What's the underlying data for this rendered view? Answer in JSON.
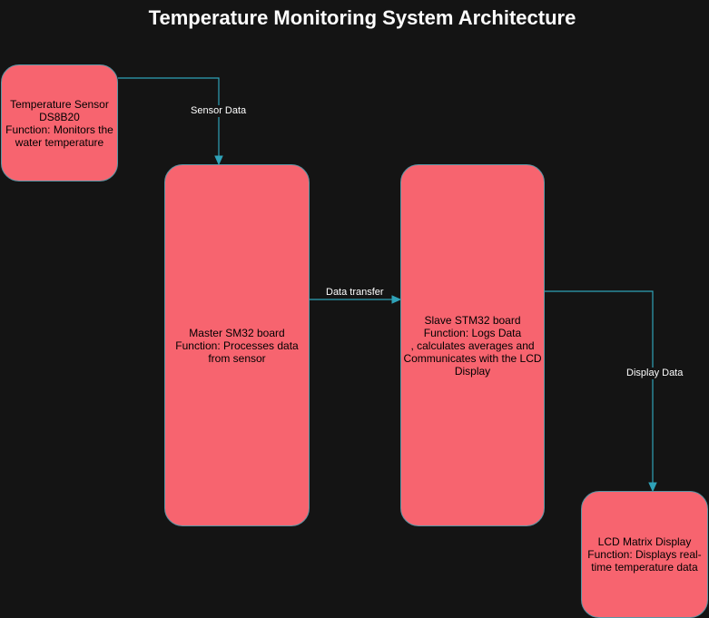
{
  "diagram": {
    "title": "Temperature Monitoring System Architecture",
    "colors": {
      "background": "#141414",
      "node_fill": "#f7646f",
      "node_border": "#5a95a4",
      "edge": "#2fa2b8"
    },
    "nodes": {
      "sensor": {
        "lines": [
          "Temperature Sensor",
          "DS8B20",
          "Function: Monitors the",
          "water temperature"
        ]
      },
      "master": {
        "lines": [
          "Master SM32 board",
          "Function: Processes data",
          "from sensor"
        ]
      },
      "slave": {
        "lines": [
          "Slave STM32 board",
          "Function: Logs Data",
          ", calculates averages and",
          "Communicates with the LCD",
          "Display"
        ]
      },
      "lcd": {
        "lines": [
          "LCD Matrix Display",
          "Function: Displays real-",
          "time temperature data"
        ]
      }
    },
    "edges": [
      {
        "from": "sensor",
        "to": "master",
        "label": "Sensor Data"
      },
      {
        "from": "master",
        "to": "slave",
        "label": "Data transfer"
      },
      {
        "from": "slave",
        "to": "lcd",
        "label": "Display Data"
      }
    ]
  }
}
